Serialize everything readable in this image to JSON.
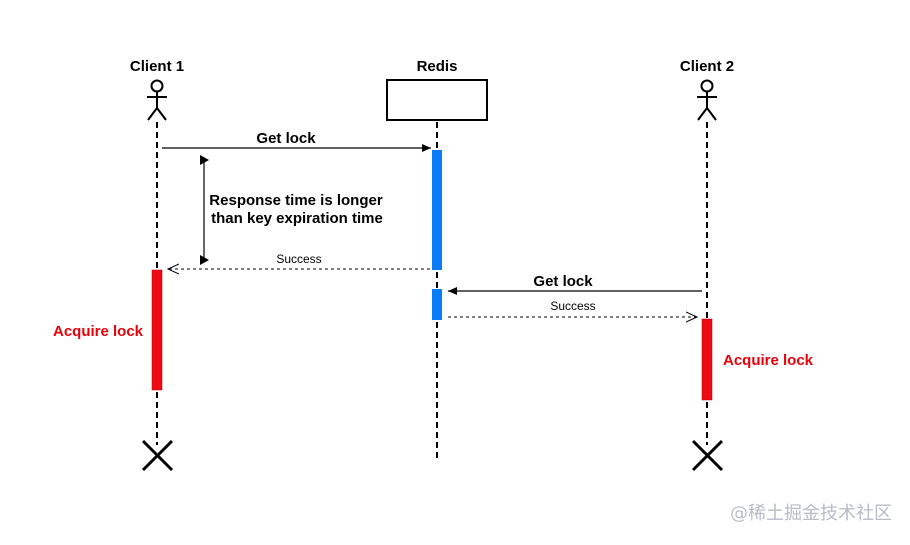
{
  "participants": [
    {
      "id": "client1",
      "label": "Client 1"
    },
    {
      "id": "redis",
      "label": "Redis"
    },
    {
      "id": "client2",
      "label": "Client 2"
    }
  ],
  "messages": {
    "get_lock_1": "Get lock",
    "success_1": "Success",
    "get_lock_2": "Get lock",
    "success_2": "Success"
  },
  "note": {
    "line1": "Response time is longer",
    "line2": "than key expiration time"
  },
  "acquire": {
    "client1": "Acquire lock",
    "client2": "Acquire lock"
  },
  "watermark": "@稀土掘金技术社区",
  "colors": {
    "activation_blue": "#0a7cf5",
    "activation_red": "#ee0a12",
    "acquire_text": "#e8000b",
    "line": "#000000"
  }
}
